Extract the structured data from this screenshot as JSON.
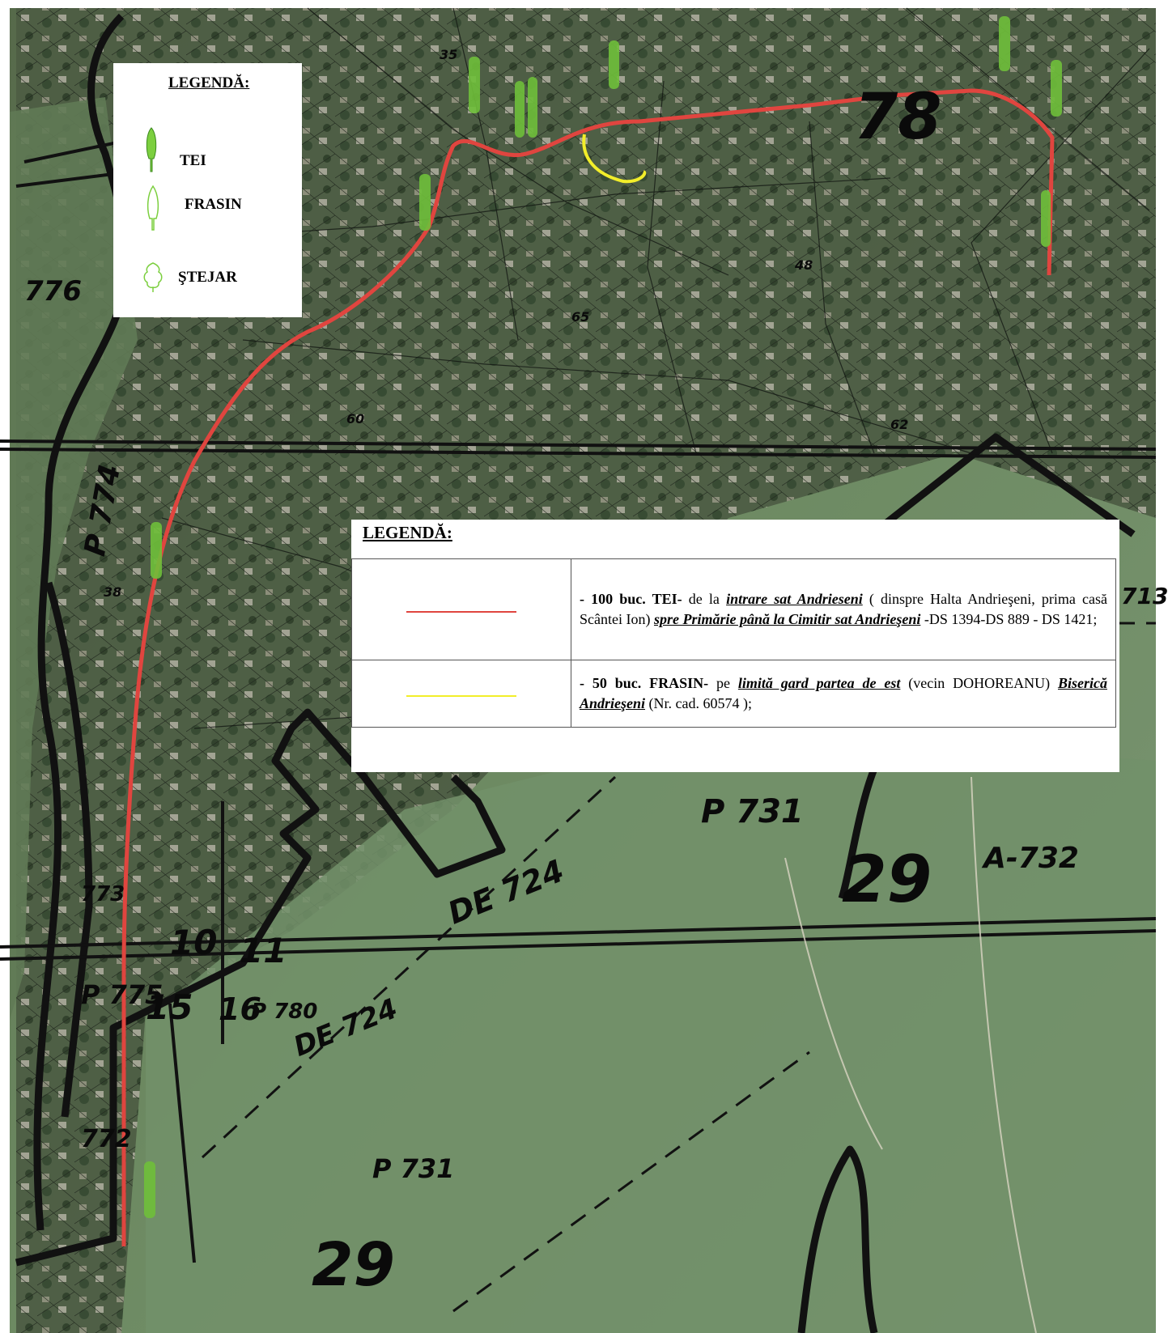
{
  "colors": {
    "route_red": "#e0453f",
    "route_yellow": "#f2ee2a",
    "tree_green": "#6fbf3a",
    "boundary": "#111111",
    "field": "#6f8a62",
    "village": "#4e5e45"
  },
  "legend_trees": {
    "title": "LEGENDĂ:",
    "items": [
      {
        "label": "TEI",
        "icon": "tei-tree-icon"
      },
      {
        "label": "FRASIN",
        "icon": "frasin-tree-icon"
      },
      {
        "label": "ŞTEJAR",
        "icon": "stejar-tree-icon"
      }
    ]
  },
  "legend_main": {
    "title": "LEGENDĂ:",
    "row1": {
      "lead": "- 100 buc. TEI-",
      "t1": " de la ",
      "u1": "intrare sat Andrieseni",
      "t2": " ( dinspre Halta Andrieşeni, prima casă Scântei Ion) ",
      "u2": "spre Primărie până la Cimitir sat Andrieşeni",
      "t3": " -DS 1394-DS 889 - DS 1421;"
    },
    "row2": {
      "lead": "- 50 buc. FRASIN-",
      "t1": " pe ",
      "u1": "limită gard partea de est",
      "t2": " (vecin DOHOREANU) ",
      "u2": "Biserică Andrieşeni",
      "t3": " (Nr. cad. 60574 );"
    }
  },
  "map_labels": {
    "parcel_78": "78",
    "parcel_29_a": "29",
    "parcel_29_b": "29",
    "p731_a": "P 731",
    "p731_b": "P 731",
    "a732": "A-732",
    "de724_a": "DE 724",
    "de724_b": "DE 724",
    "p776": "776",
    "p774": "P 774",
    "p775": "P 775",
    "p773": "773",
    "p772": "772",
    "p780": "P 780",
    "p713": "713",
    "n10": "10",
    "n11": "11",
    "n15": "15",
    "n16": "16",
    "n35": "35",
    "n65": "65",
    "n48": "48",
    "n62": "62",
    "n60": "60",
    "n38": "38"
  }
}
